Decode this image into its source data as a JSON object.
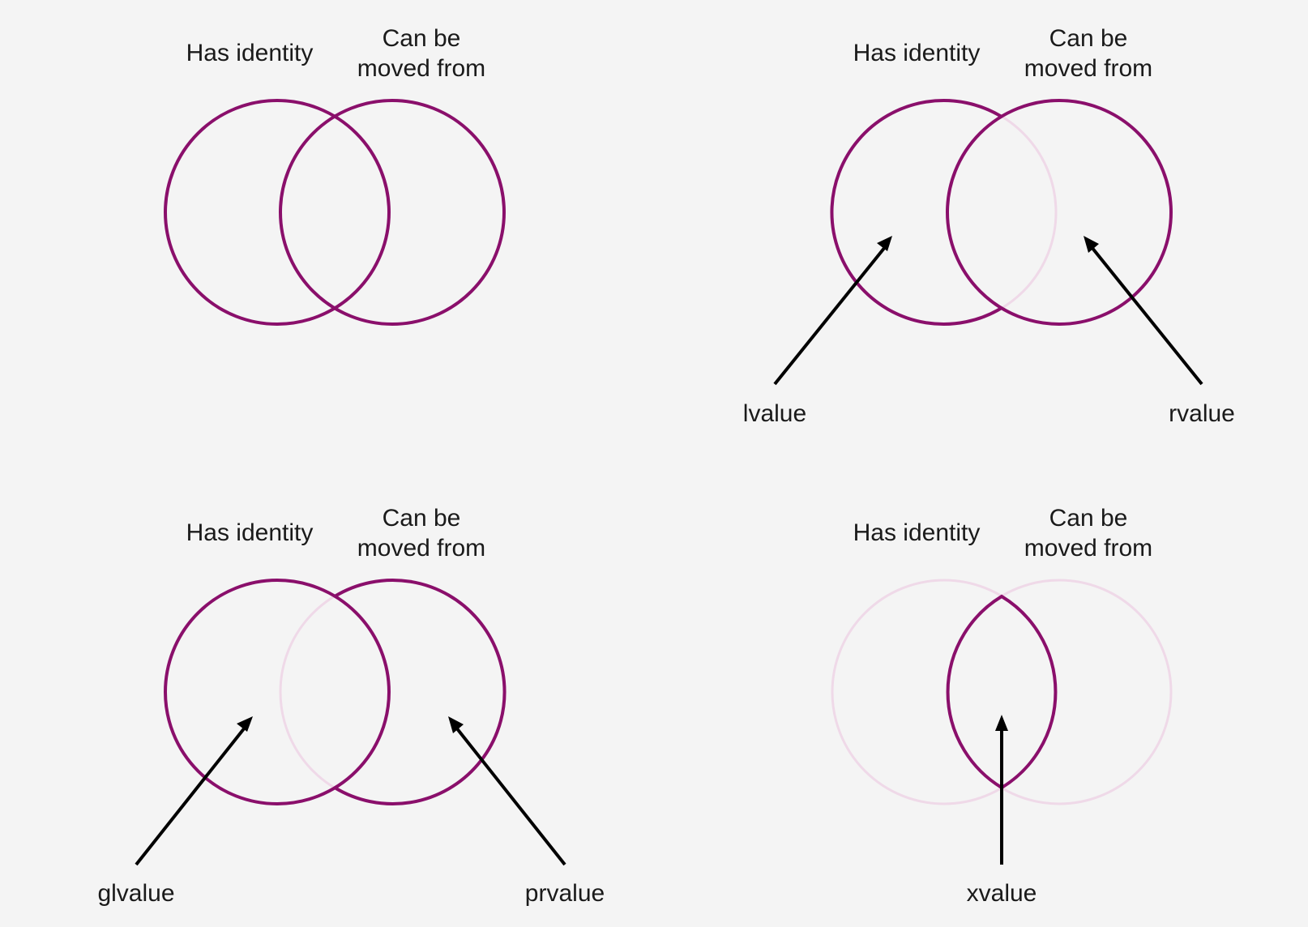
{
  "colors": {
    "background": "#f4f4f4",
    "circle_strong": "#8a0f6b",
    "circle_faint": "#efd9e8",
    "arrow": "#000000",
    "text": "#1a1a1a"
  },
  "sets": {
    "left_label": "Has identity",
    "right_label_line1": "Can be",
    "right_label_line2": "moved from"
  },
  "panels": [
    {
      "id": "both-sets",
      "highlight": "both",
      "arrows": []
    },
    {
      "id": "lvalue-rvalue",
      "highlight": "lvalue-rvalue",
      "arrows": [
        {
          "label": "lvalue"
        },
        {
          "label": "rvalue"
        }
      ]
    },
    {
      "id": "glvalue-prvalue",
      "highlight": "glvalue-prvalue",
      "arrows": [
        {
          "label": "glvalue"
        },
        {
          "label": "prvalue"
        }
      ]
    },
    {
      "id": "xvalue",
      "highlight": "xvalue",
      "arrows": [
        {
          "label": "xvalue"
        }
      ]
    }
  ]
}
